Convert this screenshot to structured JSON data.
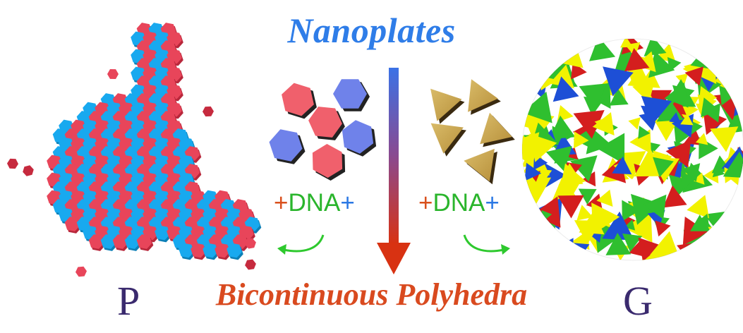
{
  "title_top": "Nanoplates",
  "title_bottom": "Bicontinuous Polyhedra",
  "left_phase": {
    "label": "P"
  },
  "right_phase": {
    "label": "G"
  },
  "dna_left": {
    "plus_before": "+",
    "word": "DNA",
    "plus_after": "+"
  },
  "dna_right": {
    "plus_before": "+",
    "word": "DNA",
    "plus_after": "+"
  },
  "colors": {
    "title_top": "#2f7de8",
    "title_bottom": "#d94a1f",
    "phase_label": "#3a2a6e",
    "hexagon_red": "#f0606c",
    "hexagon_blue": "#6f82ea",
    "triangle_gold": "#c9a650",
    "arrow_top": "#3b72e6",
    "arrow_bottom": "#d83212",
    "curved_arrow": "#2ec92e",
    "p_phase_red": "#e8455a",
    "p_phase_blue": "#18a9ef",
    "g_phase_yellow": "#f2f200",
    "g_phase_green": "#2fbf2f",
    "g_phase_blue": "#1d4fd6",
    "g_phase_red": "#d41e1e"
  },
  "icons": [
    "hexagon-nanoplate-icon",
    "triangle-nanoplate-icon",
    "down-arrow-icon",
    "curved-arrow-icon"
  ]
}
